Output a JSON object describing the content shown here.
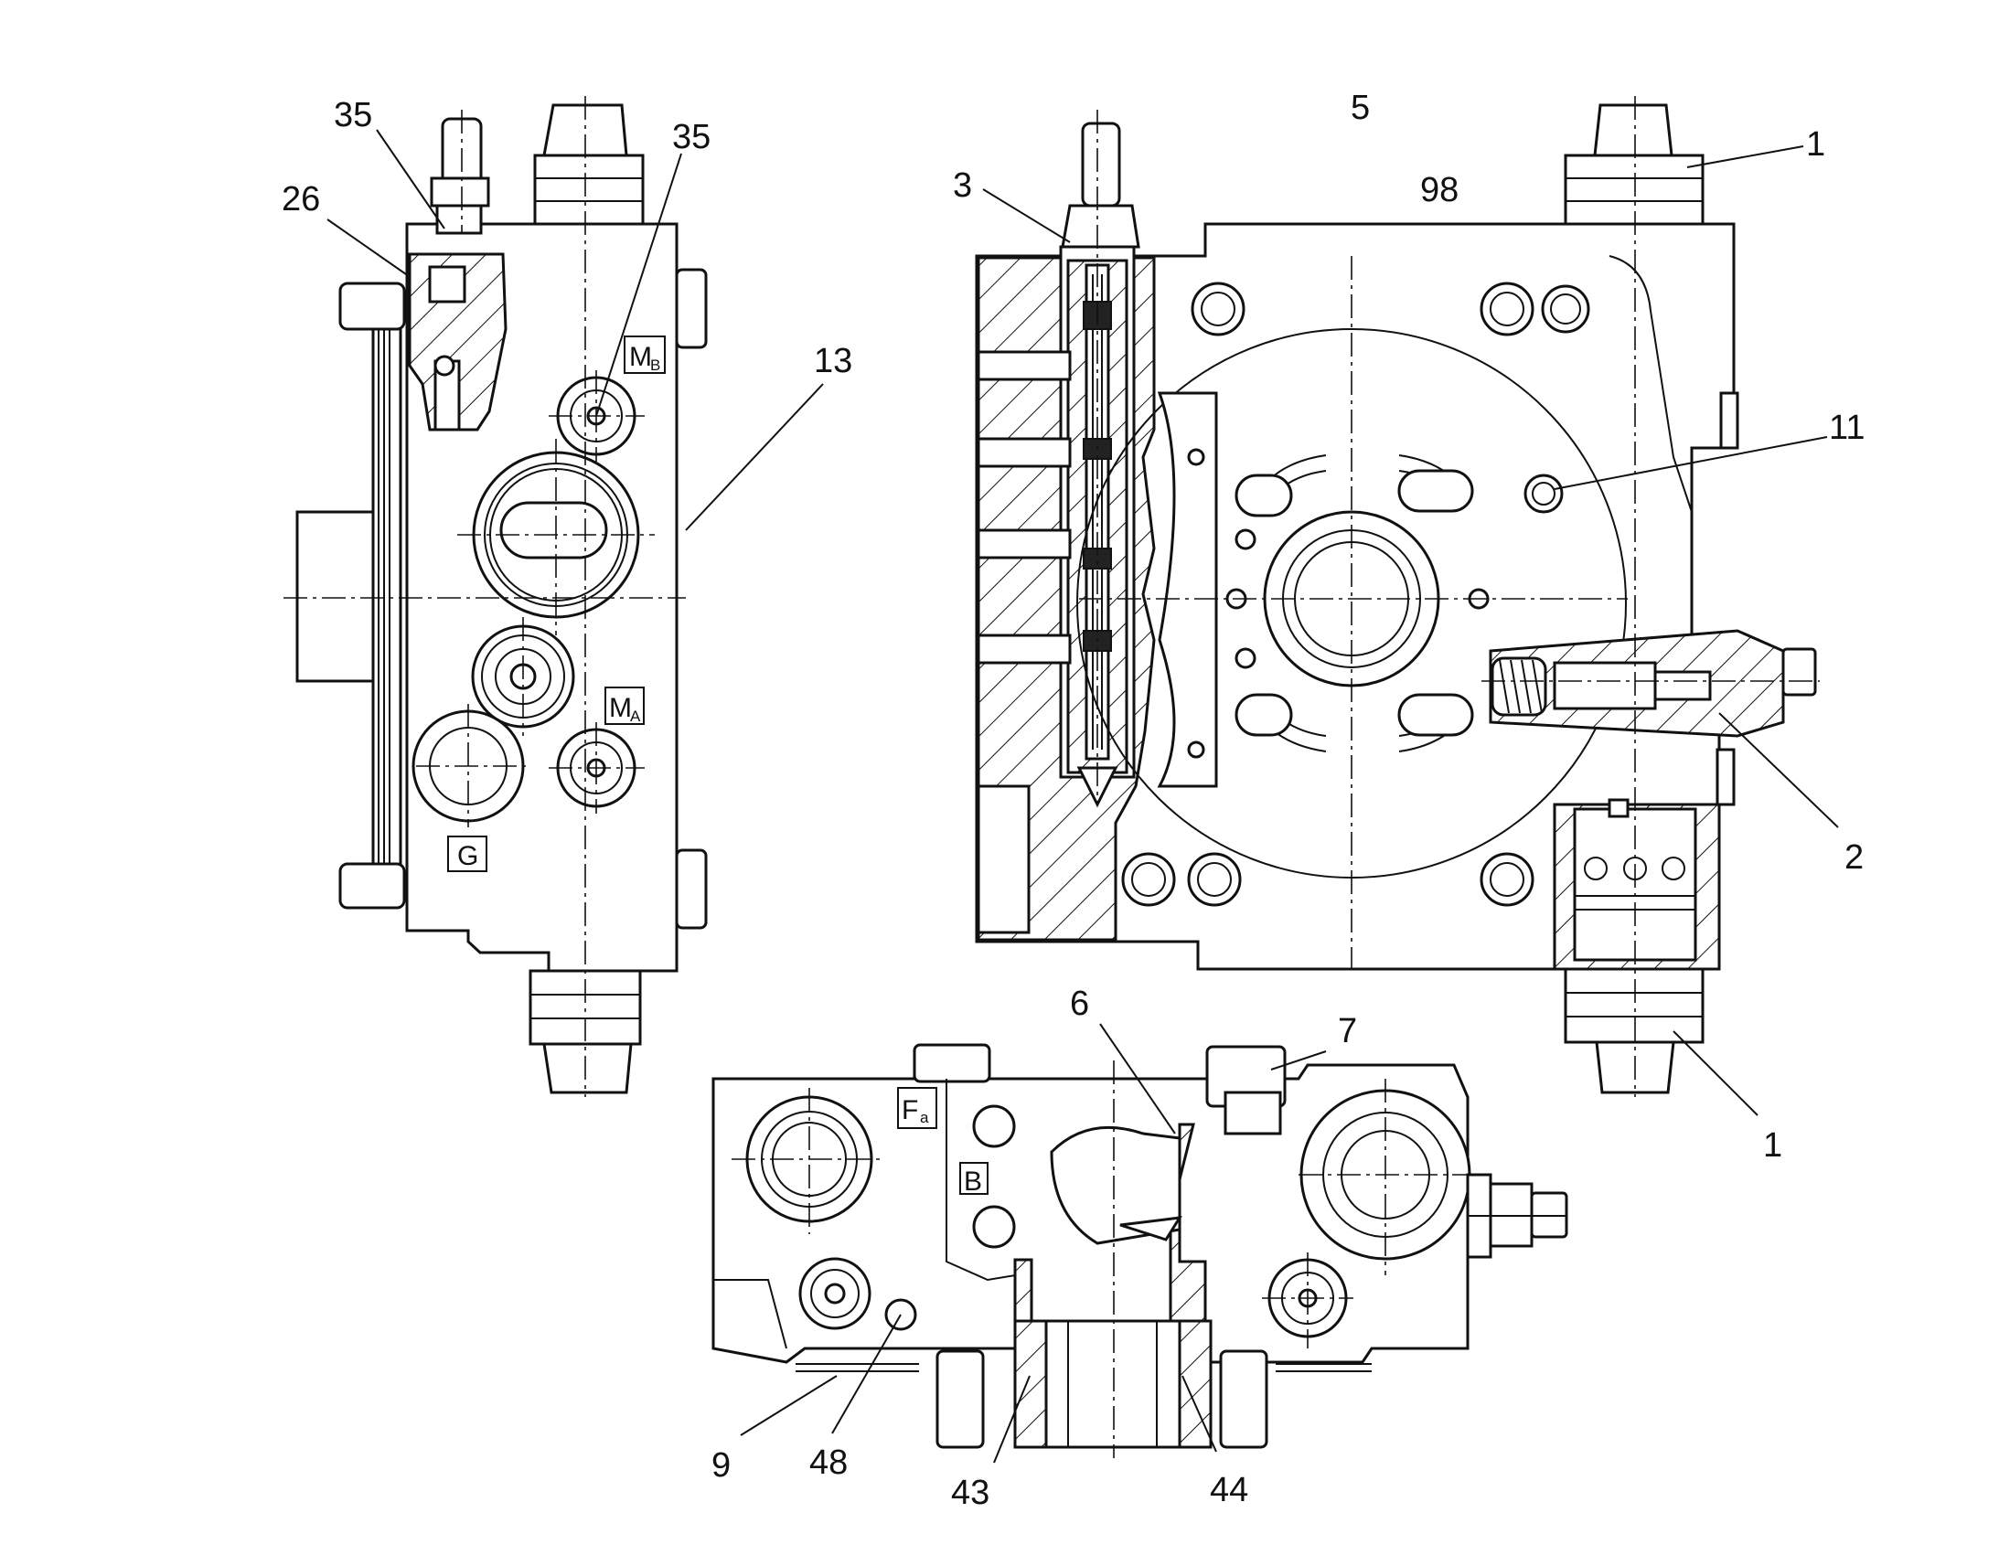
{
  "callouts": {
    "c35a": "35",
    "c35b": "35",
    "c26": "26",
    "c13": "13",
    "c3": "3",
    "c5": "5",
    "c98": "98",
    "c1_top": "1",
    "c11": "11",
    "c2": "2",
    "c1_bottom": "1",
    "c6": "6",
    "c7": "7",
    "c9": "9",
    "c48": "48",
    "c43": "43",
    "c44": "44"
  },
  "ports": {
    "mb": "M",
    "mb_sub": "B",
    "ma": "M",
    "ma_sub": "A",
    "g": "G",
    "fa": "F",
    "fa_sub": "a",
    "b": "B"
  },
  "colors": {
    "line": "#111111",
    "background": "#ffffff"
  }
}
